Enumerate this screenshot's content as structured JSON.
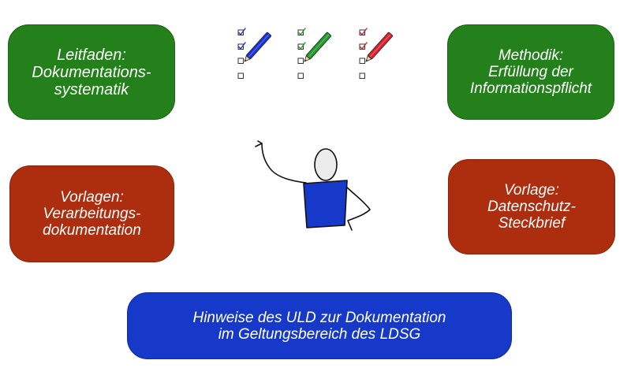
{
  "boxes": {
    "leitfaden": {
      "lines": [
        "Leitfaden:",
        "Dokumentations-",
        "systematik"
      ],
      "color": "#23801a"
    },
    "methodik": {
      "lines": [
        "Methodik:",
        "Erfüllung der",
        "Informationspflicht"
      ],
      "color": "#23801a"
    },
    "vorlagen": {
      "lines": [
        "Vorlagen:",
        "Verarbeitungs-",
        "dokumentation"
      ],
      "color": "#ad2e0f"
    },
    "vorlage": {
      "lines": [
        "Vorlage:",
        "Datenschutz-",
        "Steckbrief"
      ],
      "color": "#ad2e0f"
    },
    "hinweise": {
      "lines": [
        "Hinweise des ULD zur Dokumentation",
        "im Geltungsbereich des LDSG"
      ],
      "color": "#1739c9"
    }
  },
  "checklists": [
    {
      "pencil_color": "#1a33d6",
      "icon": "blue-pencil-icon",
      "checked": [
        true,
        true,
        false,
        false
      ]
    },
    {
      "pencil_color": "#229a2a",
      "icon": "green-pencil-icon",
      "checked": [
        true,
        true,
        false,
        false
      ]
    },
    {
      "pencil_color": "#d9232e",
      "icon": "red-pencil-icon",
      "checked": [
        true,
        true,
        false,
        false
      ]
    }
  ],
  "figure": {
    "icon": "person-pointing-icon",
    "shirt_color": "#1739c9"
  }
}
